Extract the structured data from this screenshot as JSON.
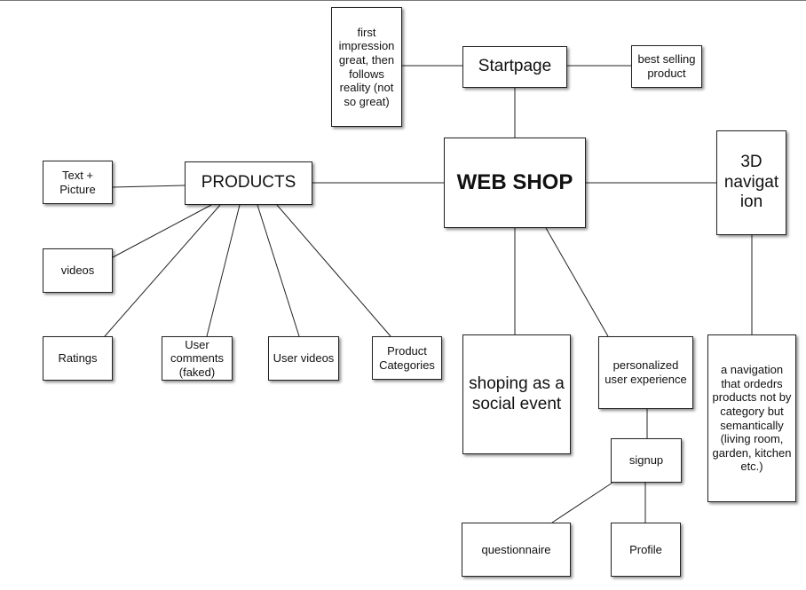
{
  "nodes": {
    "first_impression": "first impression great, then follows reality  (not so great)",
    "startpage": "Startpage",
    "best_selling": "best selling product",
    "web_shop": "WEB SHOP",
    "nav3d": "3D navigat ion",
    "products": "PRODUCTS",
    "text_picture": "Text + Picture",
    "videos": "videos",
    "ratings": "Ratings",
    "user_comments": "User comments (faked)",
    "user_videos": "User videos",
    "product_categories": "Product Categories",
    "shopping_social": "shoping as a social event",
    "personalized": "personalized user experience",
    "signup": "signup",
    "questionnaire": "questionnaire",
    "profile": "Profile",
    "semantic_nav": "a navigation that ordedrs products not by category but semantically (living room, garden, kitchen etc.)"
  }
}
